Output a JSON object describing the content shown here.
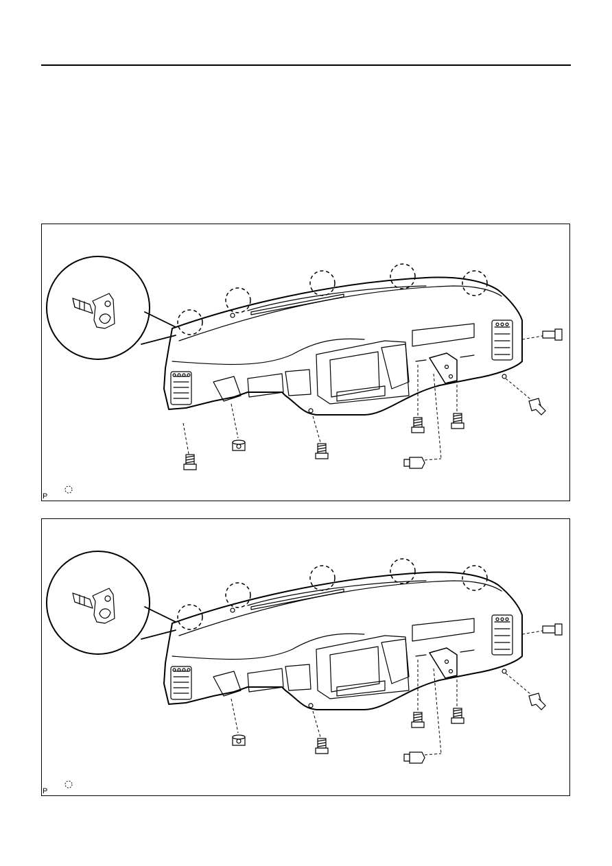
{
  "page": {
    "figures": [
      {
        "code_label": "P",
        "legend_symbol": "clip-location-symbol"
      },
      {
        "code_label": "P",
        "legend_symbol": "clip-location-symbol"
      }
    ]
  }
}
